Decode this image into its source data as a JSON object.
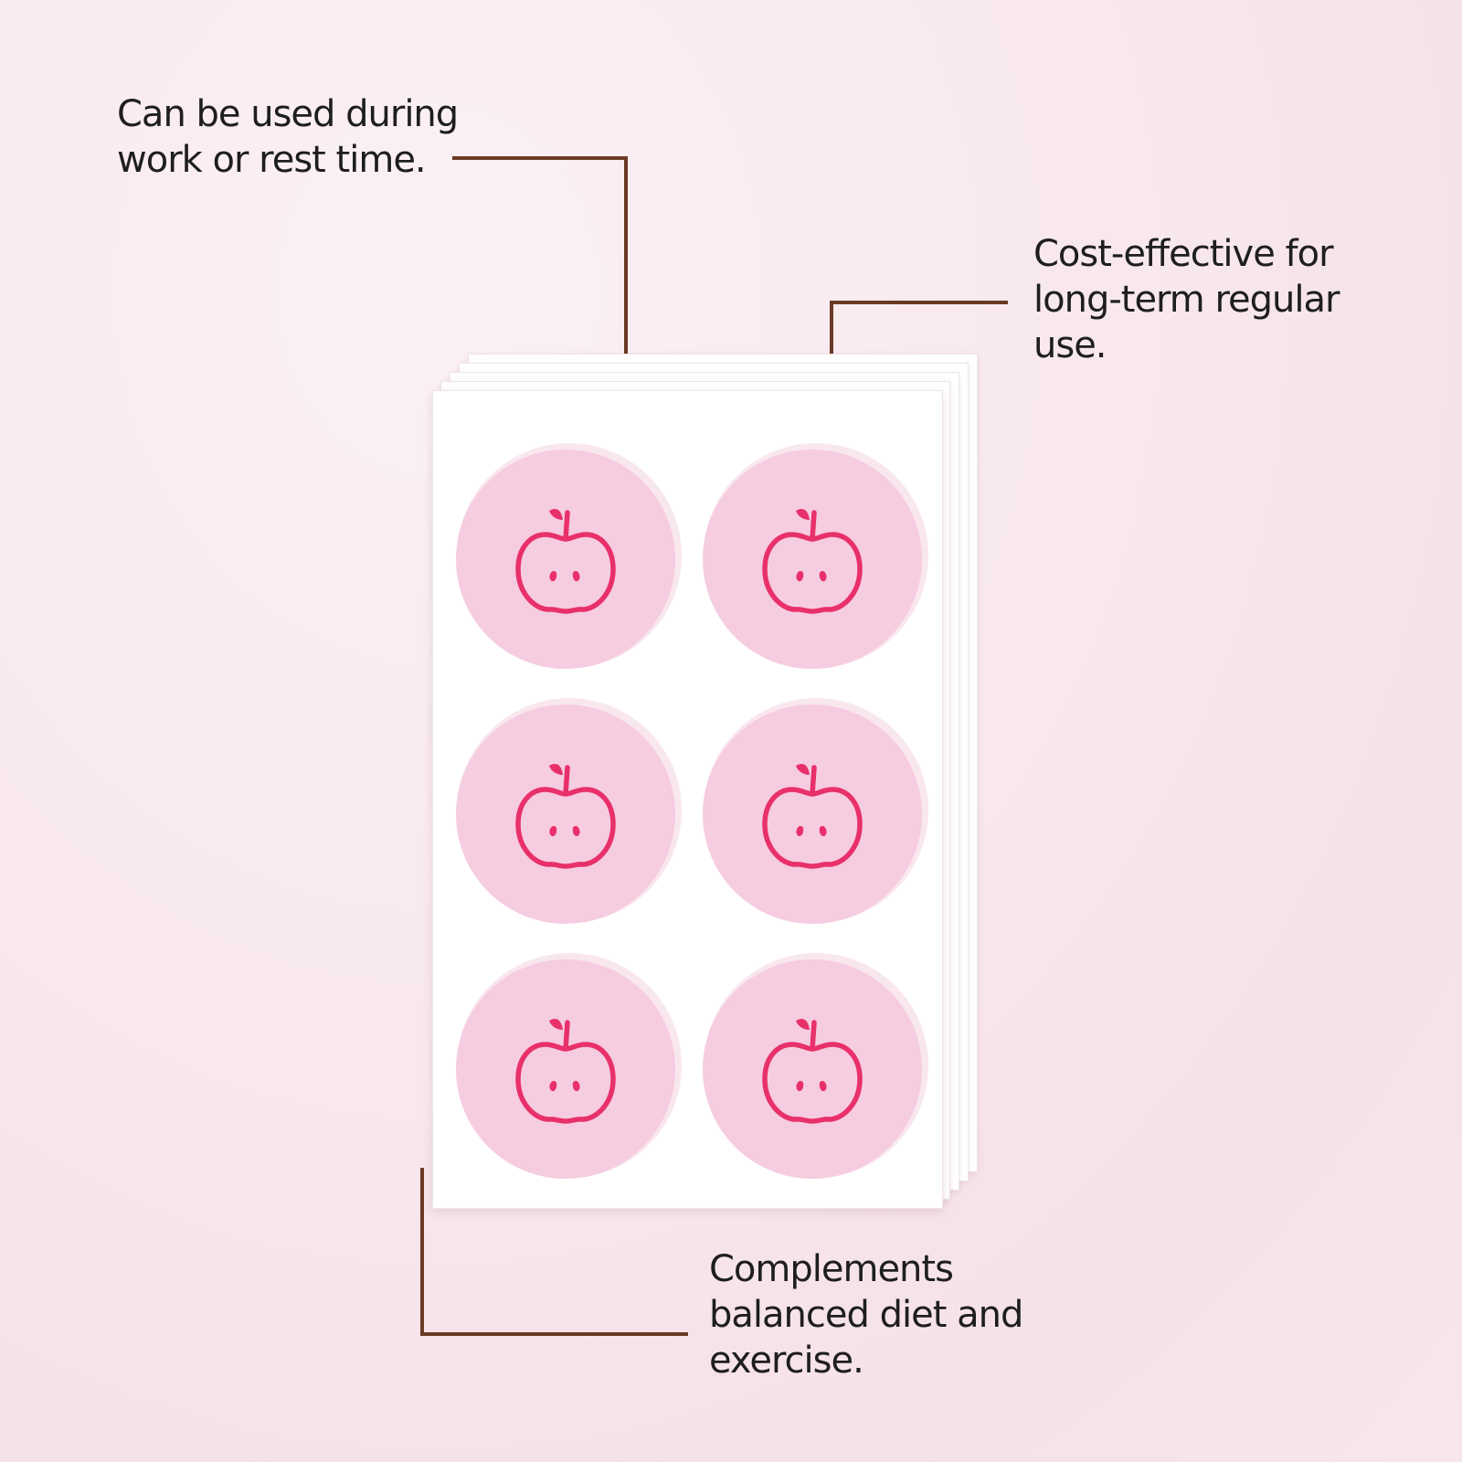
{
  "callouts": {
    "top_left": {
      "lines": [
        "Can be used during",
        "work or rest time."
      ]
    },
    "top_right": {
      "lines": [
        "Cost-effective for",
        "long-term regular",
        "use."
      ]
    },
    "bottom": {
      "lines": [
        "Complements",
        "balanced diet and",
        "exercise."
      ]
    }
  },
  "product": {
    "stickers": [
      {
        "icon": "apple-icon"
      },
      {
        "icon": "apple-icon"
      },
      {
        "icon": "apple-icon"
      },
      {
        "icon": "apple-icon"
      },
      {
        "icon": "apple-icon"
      },
      {
        "icon": "apple-icon"
      }
    ]
  },
  "colors": {
    "background": "#f8e8ee",
    "sticker": "#f6cce0",
    "icon": "#e8306b",
    "leader_line": "#6b3a26",
    "text": "#1e1e1e"
  }
}
